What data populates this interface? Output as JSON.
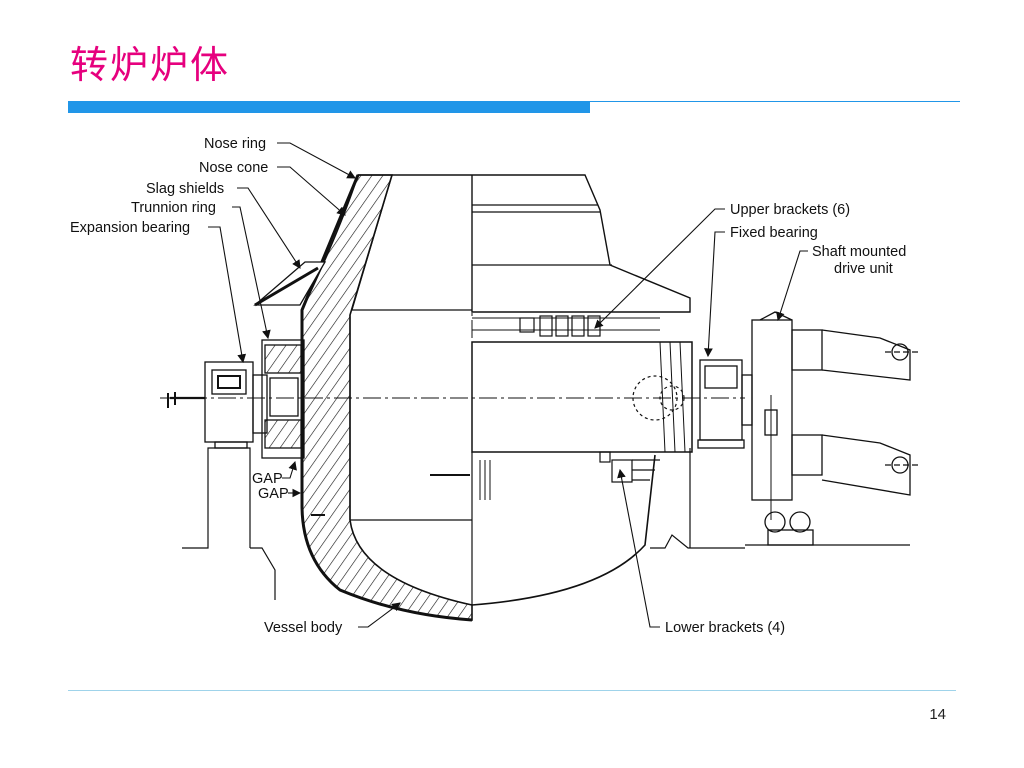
{
  "slide": {
    "title": "转炉炉体",
    "page_number": "14"
  },
  "colors": {
    "title": "#e6007e",
    "accent_bar": "#2196e8",
    "bottom_rule": "#9fd3ea"
  },
  "diagram": {
    "labels": {
      "nose_ring": "Nose ring",
      "nose_cone": "Nose cone",
      "slag_shields": "Slag shields",
      "trunnion_ring": "Trunnion ring",
      "expansion_bearing": "Expansion bearing",
      "gap1": "GAP",
      "gap2": "GAP",
      "vessel_body": "Vessel body",
      "upper_brackets": "Upper brackets (6)",
      "fixed_bearing": "Fixed bearing",
      "shaft_mounted_line1": "Shaft mounted",
      "shaft_mounted_line2": "drive unit",
      "lower_brackets": "Lower brackets (4)"
    }
  }
}
